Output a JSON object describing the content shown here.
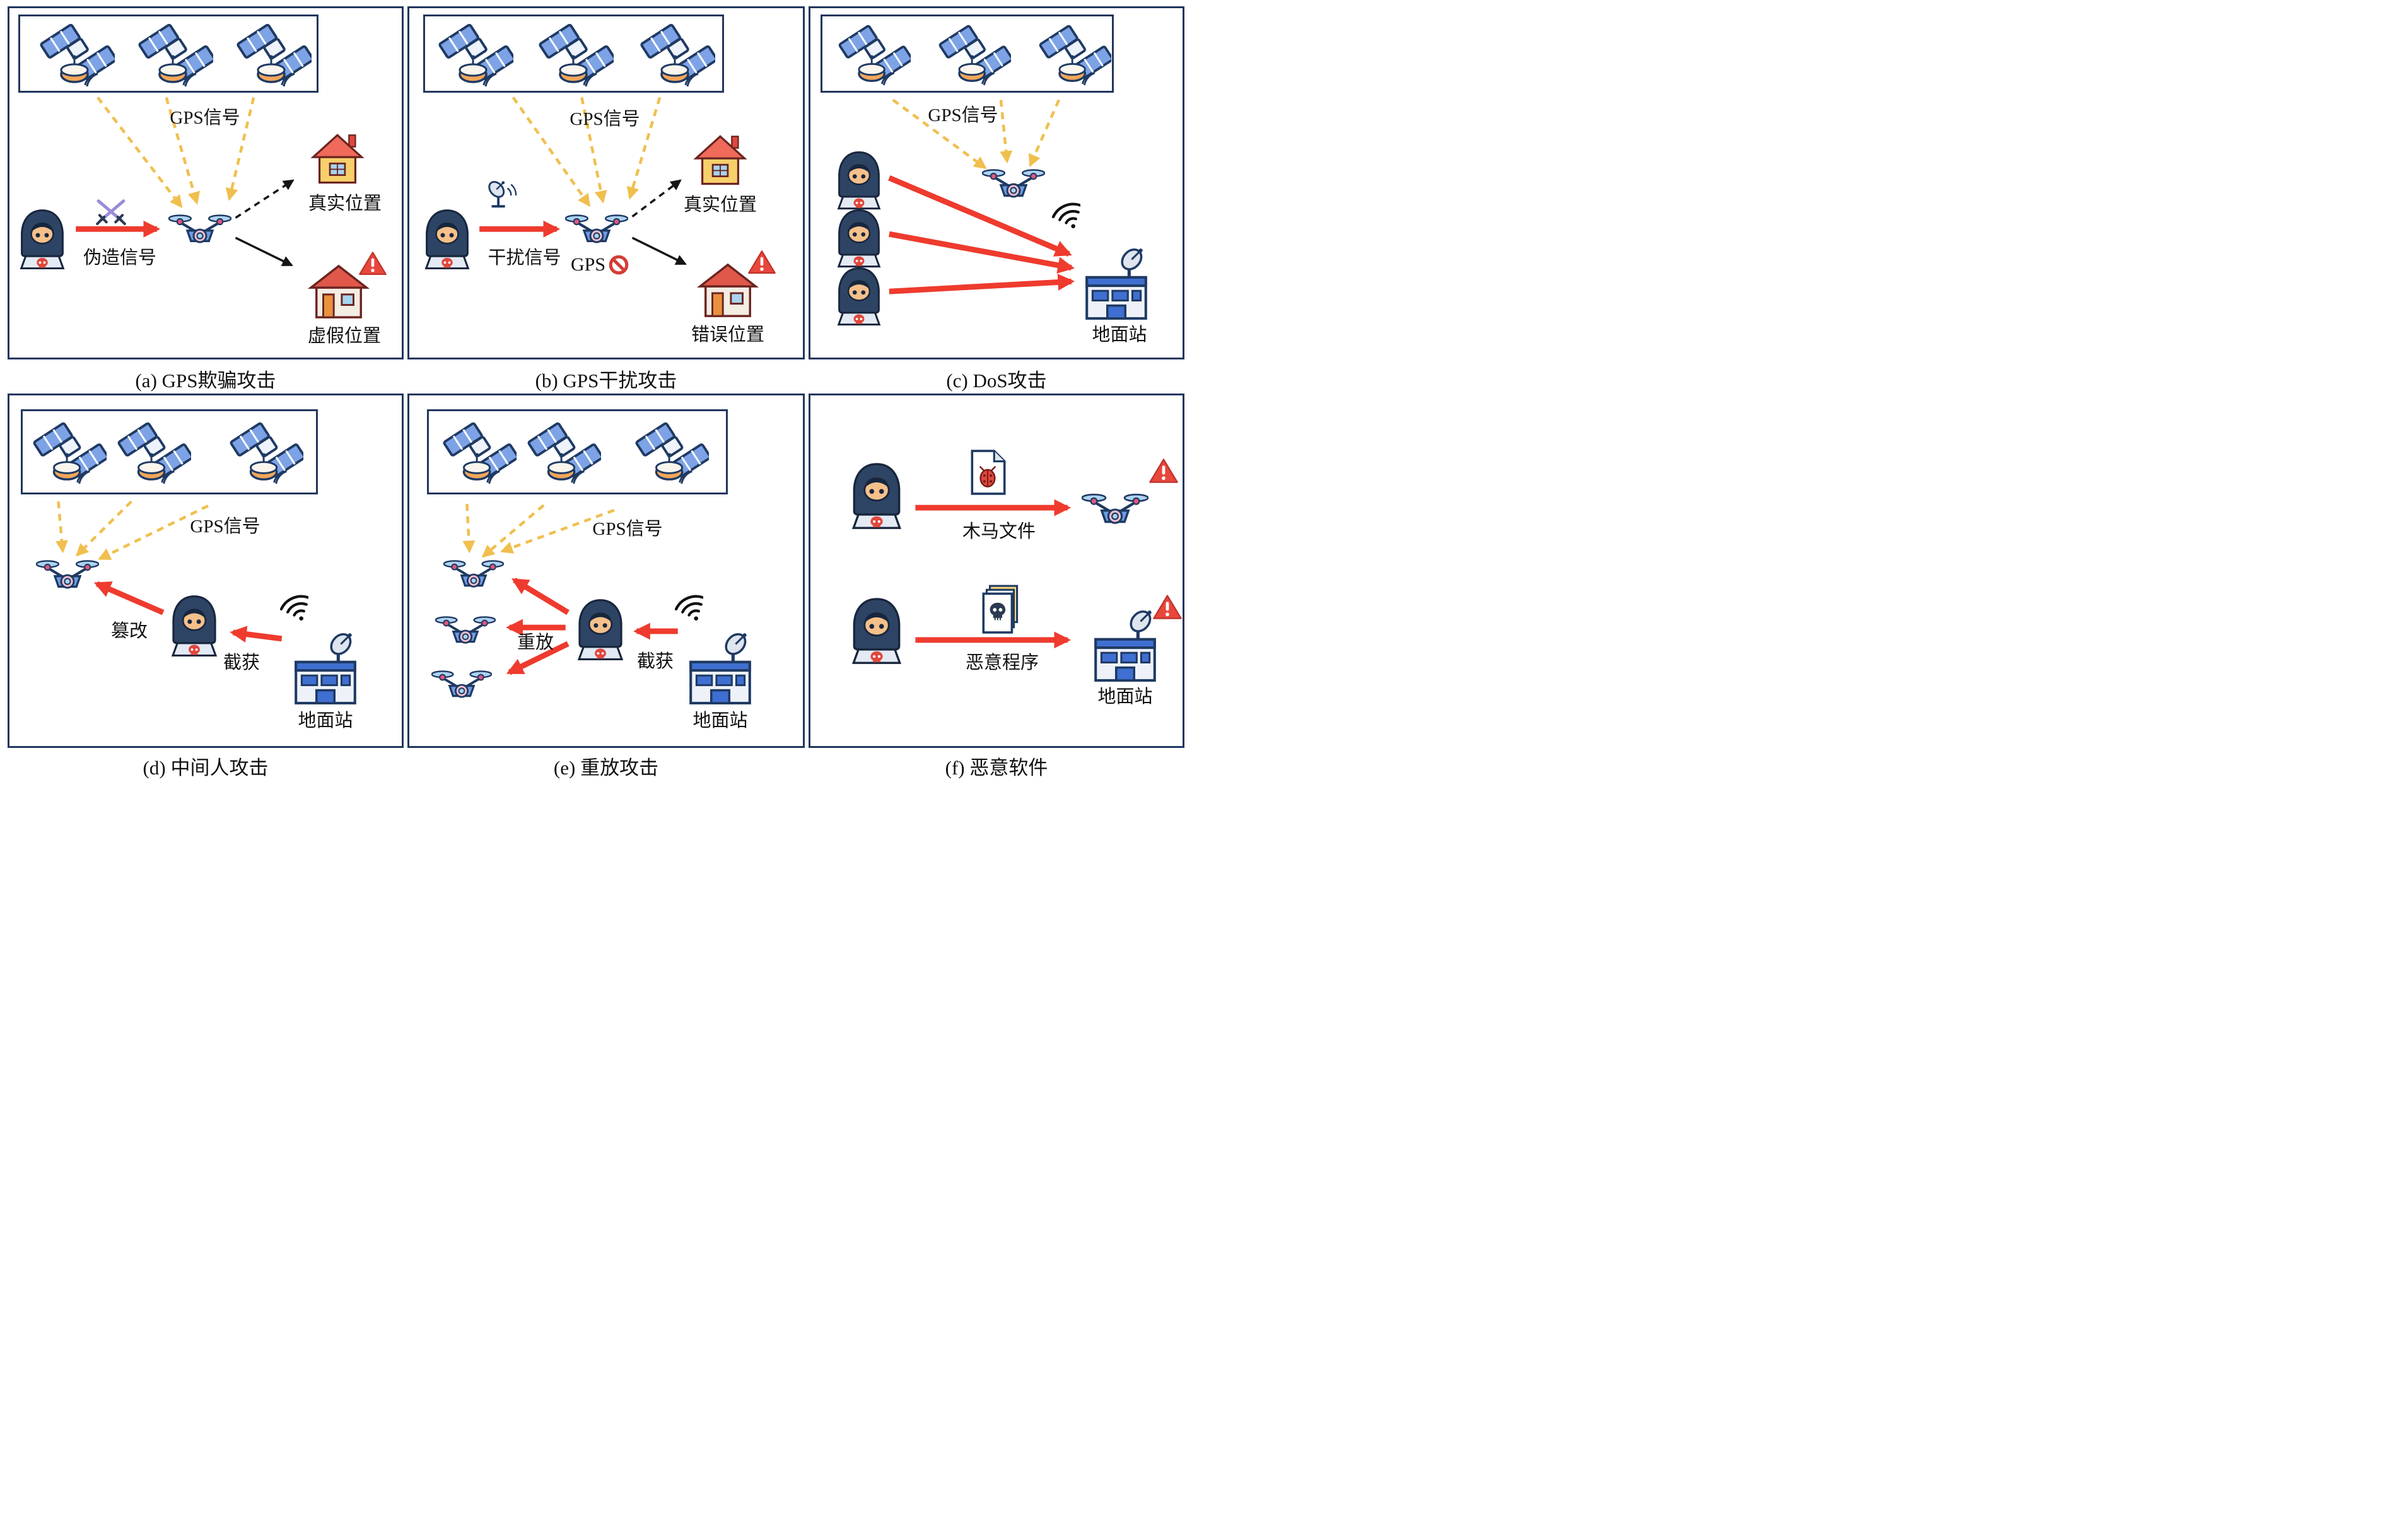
{
  "panels": {
    "a": {
      "caption": "(a) GPS欺骗攻击",
      "gps_signal_label": "GPS信号",
      "attack_signal_label": "伪造信号",
      "true_location_label": "真实位置",
      "fake_location_label": "虚假位置"
    },
    "b": {
      "caption": "(b) GPS干扰攻击",
      "gps_signal_label": "GPS信号",
      "attack_signal_label": "干扰信号",
      "gps_blocked_text": "GPS",
      "true_location_label": "真实位置",
      "wrong_location_label": "错误位置"
    },
    "c": {
      "caption": "(c) DoS攻击",
      "gps_signal_label": "GPS信号",
      "ground_station_label": "地面站"
    },
    "d": {
      "caption": "(d) 中间人攻击",
      "gps_signal_label": "GPS信号",
      "tamper_label": "篡改",
      "intercept_label": "截获",
      "ground_station_label": "地面站"
    },
    "e": {
      "caption": "(e) 重放攻击",
      "gps_signal_label": "GPS信号",
      "replay_label": "重放",
      "intercept_label": "截获",
      "ground_station_label": "地面站"
    },
    "f": {
      "caption": "(f) 恶意软件",
      "trojan_label": "木马文件",
      "malware_label": "恶意程序",
      "ground_station_label": "地面站"
    }
  },
  "colors": {
    "panel_border": "#22365e",
    "gps_arrow": "#f0bf4e",
    "attack_arrow": "#ee3b2e",
    "path_arrow": "#151515",
    "warning": "#e8473c"
  }
}
